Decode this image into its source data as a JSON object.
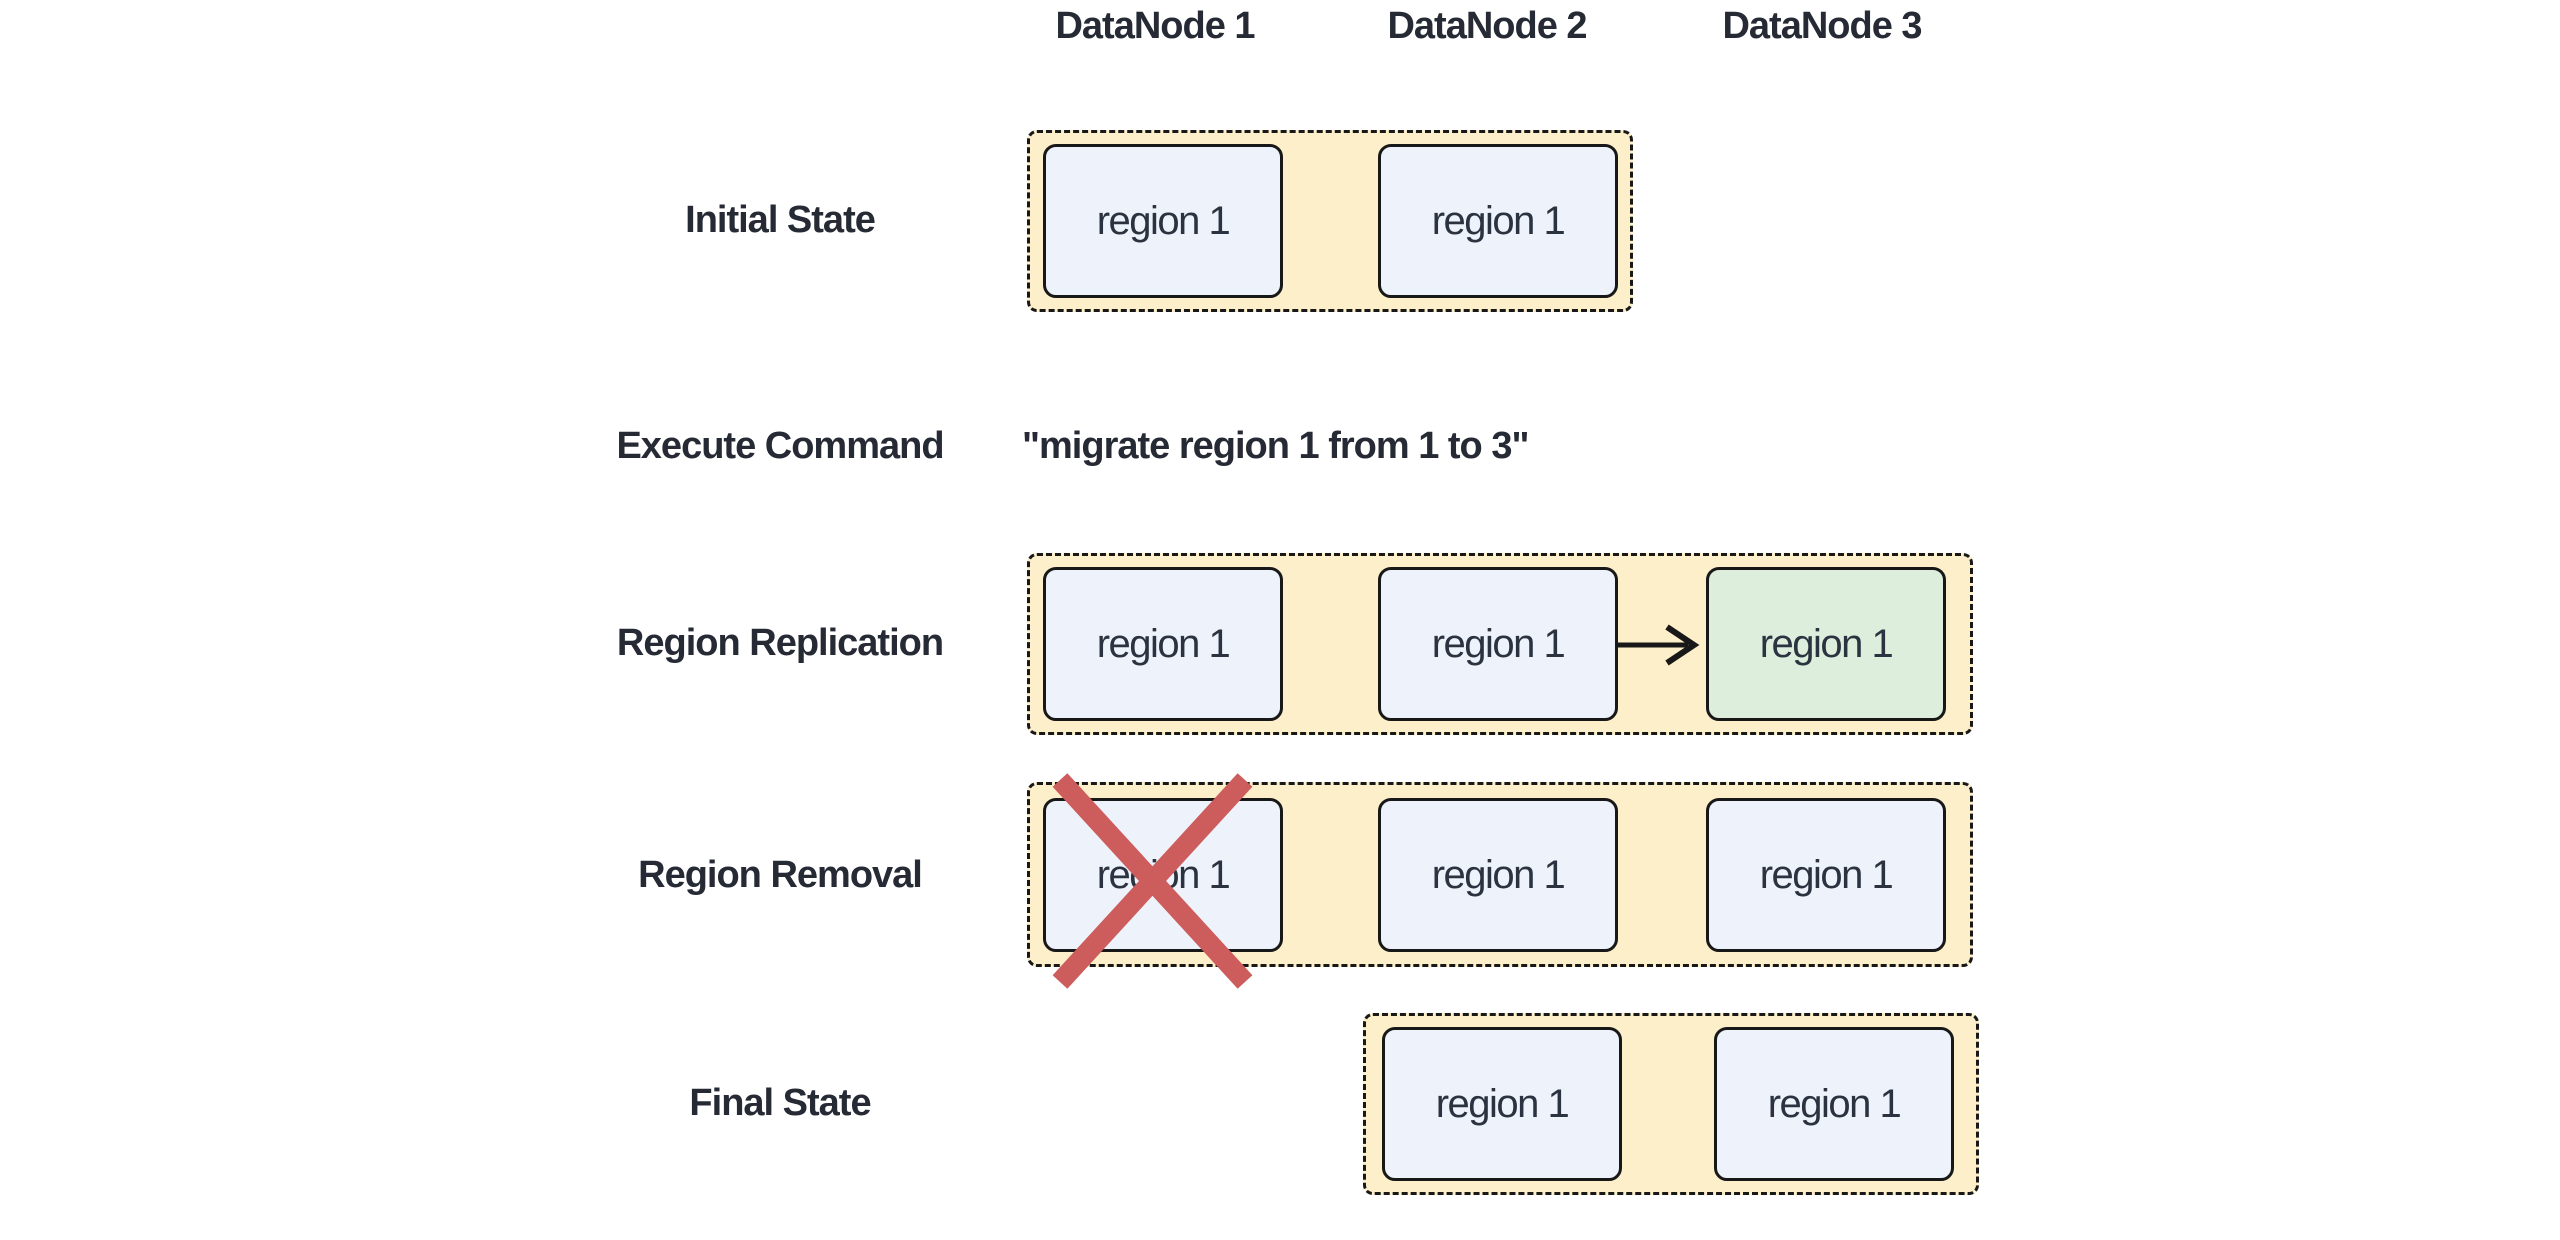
{
  "columns": [
    {
      "label": "DataNode 1"
    },
    {
      "label": "DataNode 2"
    },
    {
      "label": "DataNode 3"
    }
  ],
  "rows": {
    "initial_state": {
      "label": "Initial State",
      "regions": [
        {
          "node": "DataNode 1",
          "text": "region 1",
          "state": "active"
        },
        {
          "node": "DataNode 2",
          "text": "region 1",
          "state": "active"
        }
      ]
    },
    "execute_command": {
      "label": "Execute Command",
      "command": "\"migrate region 1 from 1 to 3\""
    },
    "region_replication": {
      "label": "Region Replication",
      "regions": [
        {
          "node": "DataNode 1",
          "text": "region 1",
          "state": "active"
        },
        {
          "node": "DataNode 2",
          "text": "region 1",
          "state": "active"
        },
        {
          "node": "DataNode 3",
          "text": "region 1",
          "state": "new-replica"
        }
      ],
      "arrow": {
        "from": "DataNode 2",
        "to": "DataNode 3"
      }
    },
    "region_removal": {
      "label": "Region Removal",
      "regions": [
        {
          "node": "DataNode 1",
          "text": "region 1",
          "state": "removed"
        },
        {
          "node": "DataNode 2",
          "text": "region 1",
          "state": "active"
        },
        {
          "node": "DataNode 3",
          "text": "region 1",
          "state": "active"
        }
      ]
    },
    "final_state": {
      "label": "Final State",
      "regions": [
        {
          "node": "DataNode 2",
          "text": "region 1",
          "state": "active"
        },
        {
          "node": "DataNode 3",
          "text": "region 1",
          "state": "active"
        }
      ]
    }
  },
  "colors": {
    "background": "#ffffff",
    "node_group_fill": "#fcefca",
    "node_group_border": "#181818",
    "region_fill": "#eef2fb",
    "region_new_fill": "#ddeedd",
    "region_border": "#181818",
    "region_text": "#2b3340",
    "heading_text": "#252a34",
    "arrow": "#181818",
    "removal_cross": "#cd5c5c"
  }
}
